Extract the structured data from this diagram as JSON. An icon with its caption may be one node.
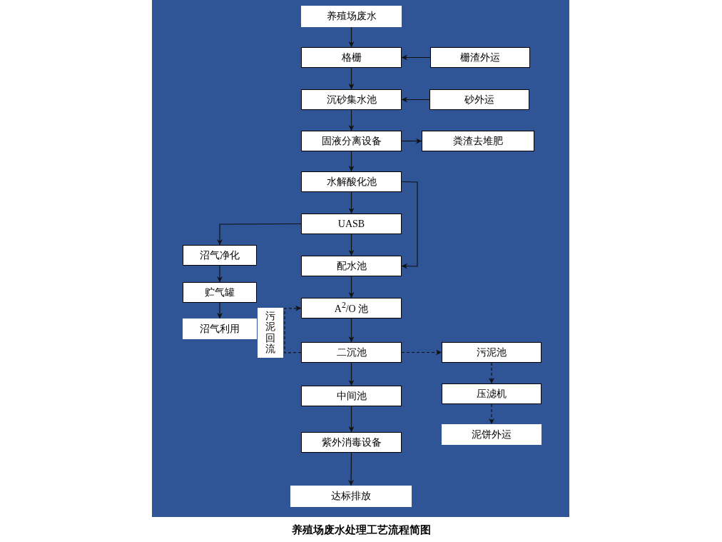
{
  "diagram": {
    "title": "养殖场废水处理工艺流程简图",
    "nodes": [
      {
        "text": [
          "养殖场废水"
        ]
      },
      {
        "text": [
          "格栅"
        ]
      },
      {
        "text": [
          "栅渣外运"
        ]
      },
      {
        "text": [
          "沉砂集水池"
        ]
      },
      {
        "text": [
          "砂外运"
        ]
      },
      {
        "text": [
          "固液分离设备"
        ]
      },
      {
        "text": [
          "粪渣去堆肥"
        ]
      },
      {
        "text": [
          "水解酸化池"
        ]
      },
      {
        "text": [
          "UASB"
        ]
      },
      {
        "text": [
          "沼气净化"
        ]
      },
      {
        "text": [
          "配水池"
        ]
      },
      {
        "text": [
          "贮气罐"
        ]
      },
      {
        "text": [
          "A$^{2}$/O 池"
        ]
      },
      {
        "text": [
          "沼气利用"
        ]
      },
      {
        "text": [
          "二沉池"
        ]
      },
      {
        "text": [
          "污泥池"
        ]
      },
      {
        "text": [
          "中间池"
        ]
      },
      {
        "text": [
          "压滤机"
        ]
      },
      {
        "text": [
          "紫外消毒设备"
        ]
      },
      {
        "text": [
          "泥饼外运"
        ]
      },
      {
        "text": [
          "达标排放"
        ]
      }
    ],
    "edges": [
      {
        "from": 0,
        "to": 1,
        "arrow": "to"
      },
      {
        "from": 2,
        "to": 1,
        "arrow": "to"
      },
      {
        "from": 1,
        "to": 3,
        "arrow": "to"
      },
      {
        "from": 4,
        "to": 3,
        "arrow": "to"
      },
      {
        "from": 3,
        "to": 5,
        "arrow": "to"
      },
      {
        "from": 5,
        "to": 6,
        "arrow": "to"
      },
      {
        "from": 5,
        "to": 7,
        "arrow": "to"
      },
      {
        "from": 7,
        "to": 8,
        "arrow": "to"
      },
      {
        "from": 7,
        "to": 10,
        "arrow": "to"
      },
      {
        "from": 8,
        "to": 9,
        "arrow": "to"
      },
      {
        "from": 8,
        "to": 10,
        "arrow": "to"
      },
      {
        "from": 9,
        "to": 11,
        "arrow": "to"
      },
      {
        "from": 11,
        "to": 13,
        "arrow": "to"
      },
      {
        "from": 10,
        "to": 12,
        "arrow": "to"
      },
      {
        "from": 12,
        "to": 14,
        "arrow": "to"
      },
      {
        "from": 14,
        "to": 12,
        "arrow": "to",
        "style": "dashed",
        "label": "污泥回流"
      },
      {
        "from": 14,
        "to": 15,
        "arrow": "to",
        "style": "dashed"
      },
      {
        "from": 15,
        "to": 17,
        "arrow": "to",
        "style": "dashed"
      },
      {
        "from": 17,
        "to": 19,
        "arrow": "to",
        "style": "dashed"
      },
      {
        "from": 14,
        "to": 16,
        "arrow": "to"
      },
      {
        "from": 16,
        "to": 18,
        "arrow": "to"
      },
      {
        "from": 18,
        "to": 20,
        "arrow": "to"
      }
    ]
  }
}
